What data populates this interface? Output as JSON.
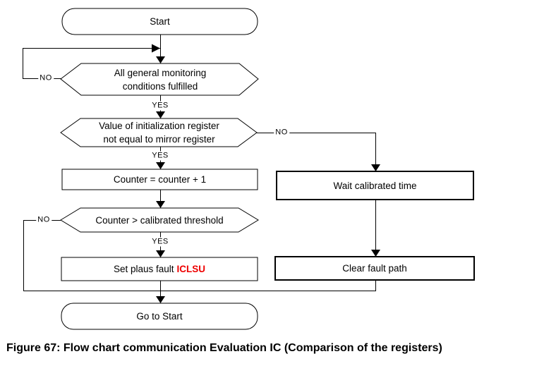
{
  "figure": {
    "caption": "Figure 67: Flow chart communication Evaluation IC (Comparison of the registers)"
  },
  "colors": {
    "line": "#000000",
    "background": "#ffffff",
    "fault_code_red": "#ee0000"
  },
  "nodes": {
    "start": {
      "label": "Start"
    },
    "monitoring_decision": {
      "line1": "All general monitoring",
      "line2": "conditions fulfilled"
    },
    "register_decision": {
      "line1": "Value of initialization register",
      "line2": "not equal to mirror register"
    },
    "counter_process": {
      "label": "Counter = counter + 1"
    },
    "wait_process": {
      "label": "Wait calibrated time"
    },
    "threshold_decision": {
      "label": "Counter > calibrated threshold"
    },
    "set_fault_process": {
      "prefix": "Set plaus fault",
      "fault_code": "ICLSU"
    },
    "clear_fault_process": {
      "label": "Clear fault path"
    },
    "goto_start": {
      "label": "Go to Start"
    }
  },
  "edge_labels": {
    "monitoring_no": "NO",
    "monitoring_yes": "YES",
    "register_no": "NO",
    "register_yes": "YES",
    "threshold_no": "NO",
    "threshold_yes": "YES"
  }
}
